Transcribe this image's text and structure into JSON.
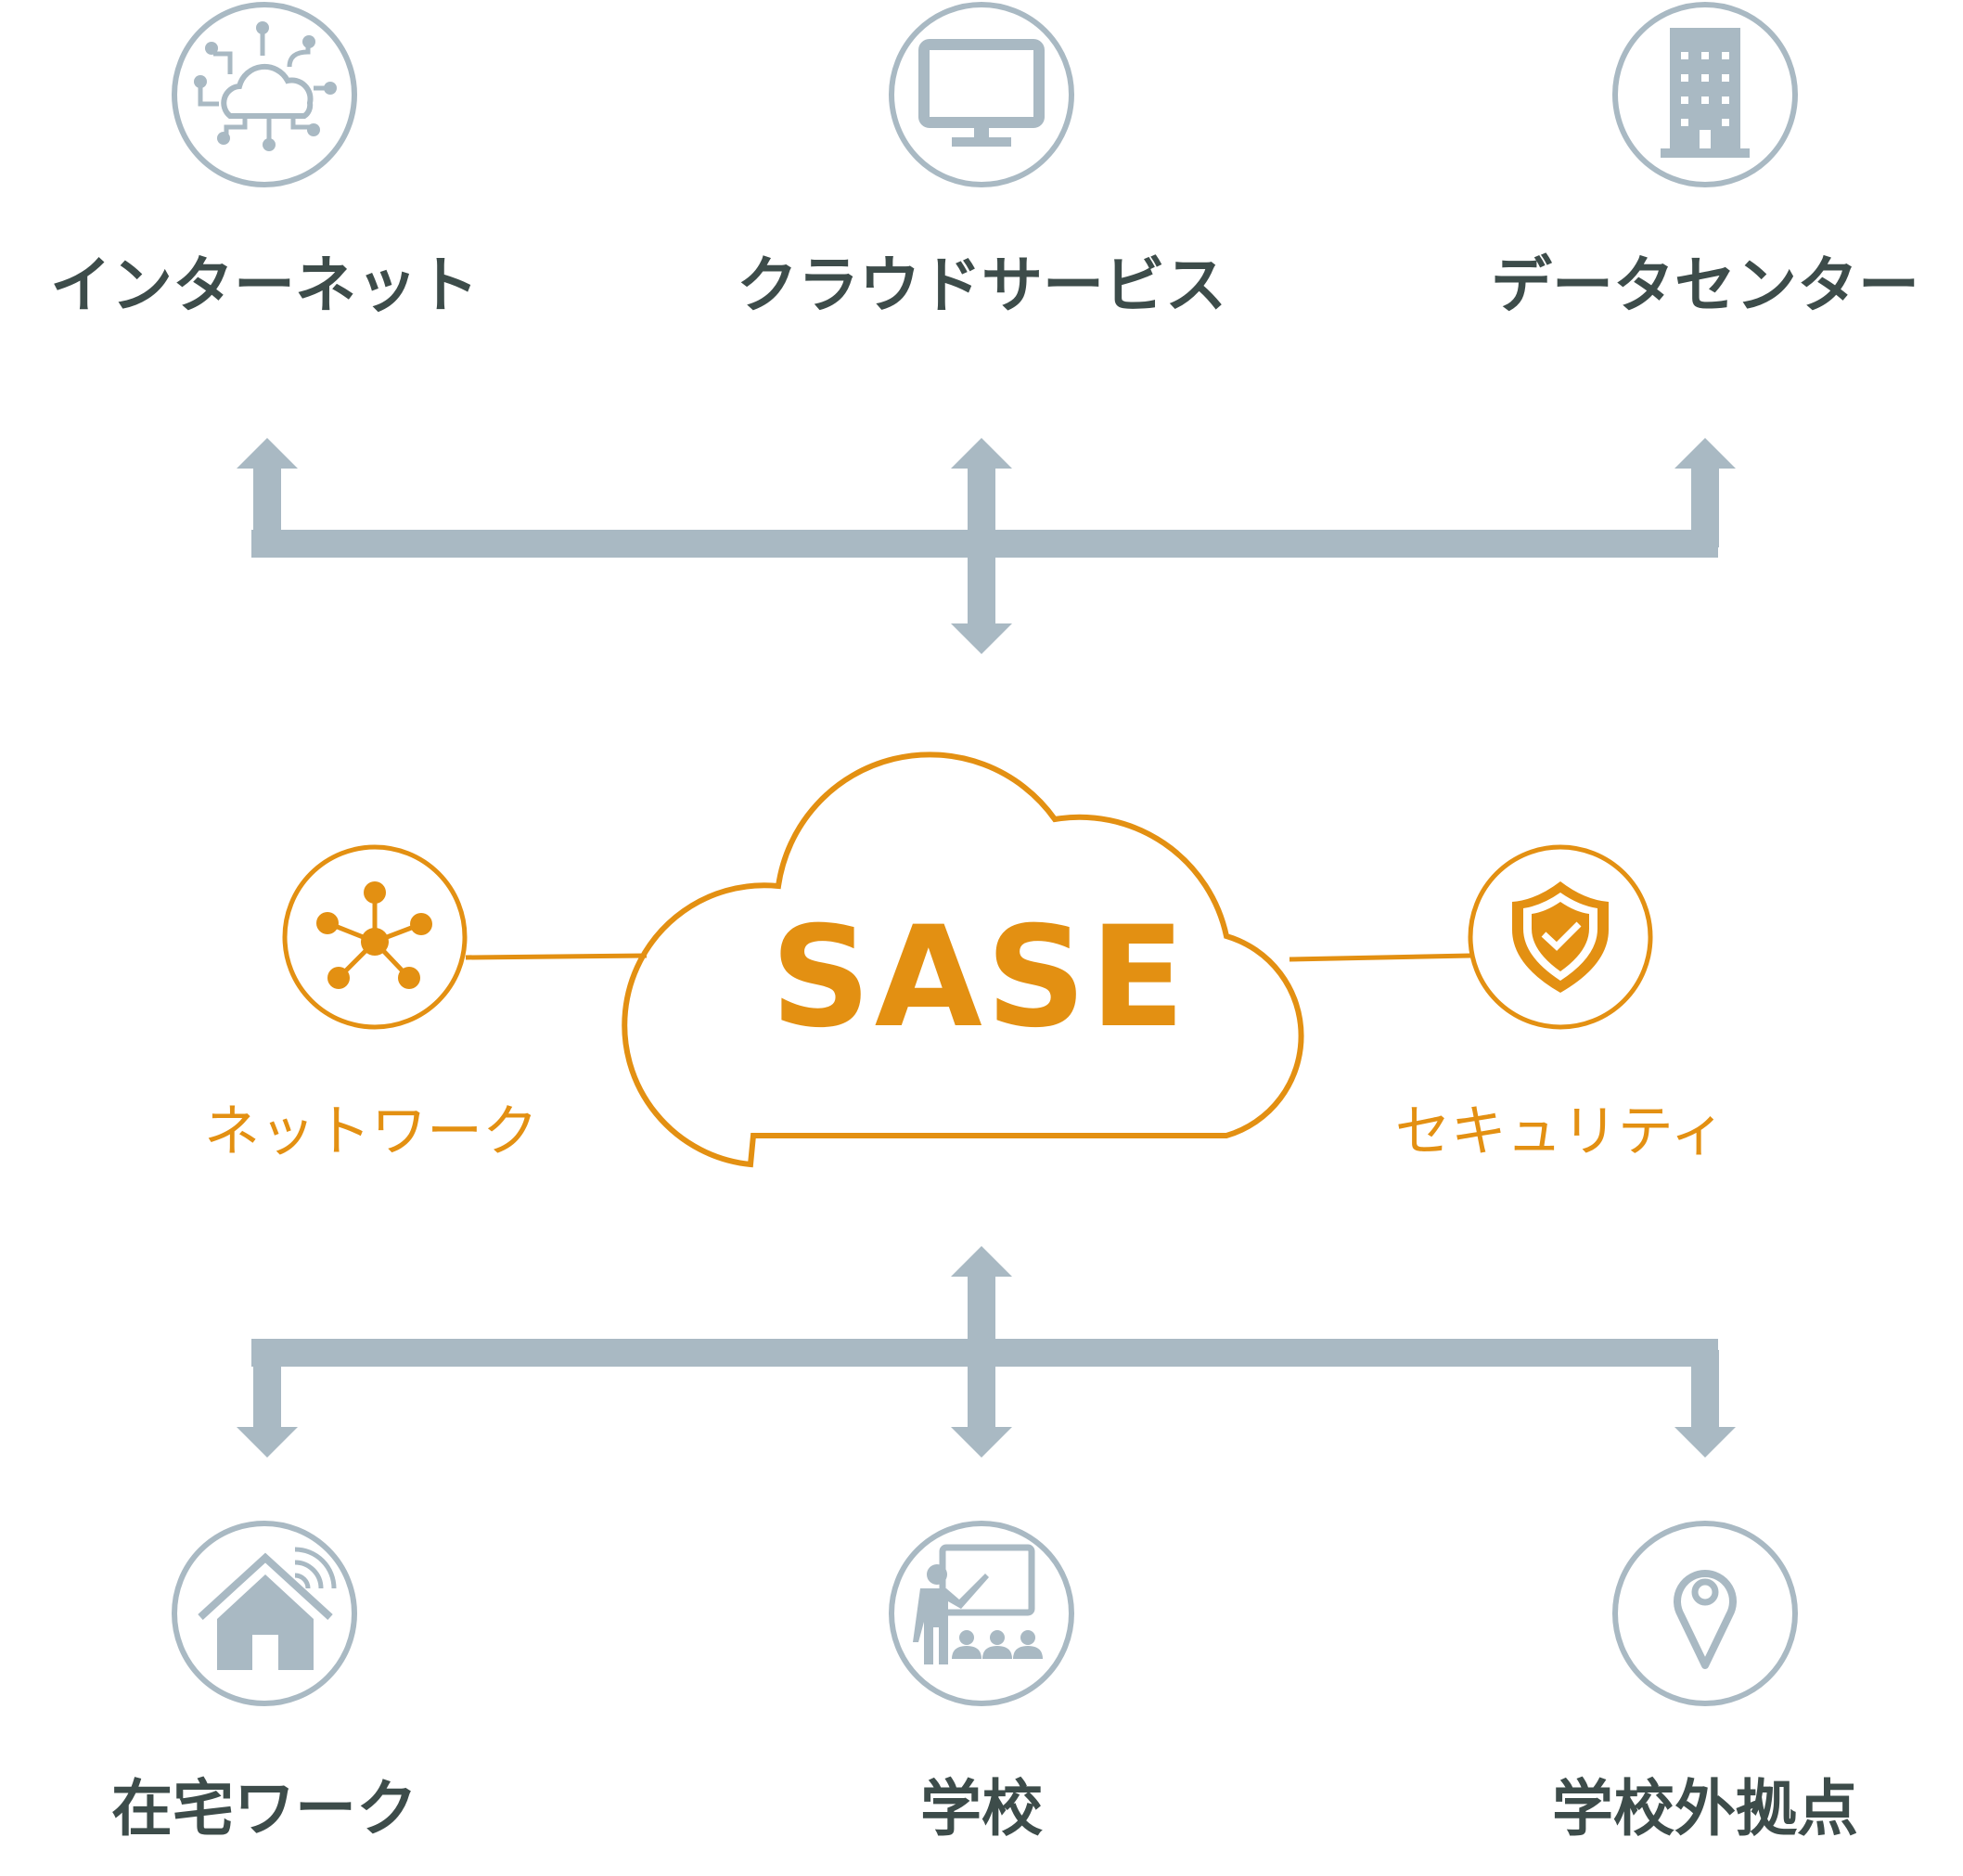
{
  "colors": {
    "accent": "#e39012",
    "connector": "#a9b9c3",
    "text": "#3d4c4a"
  },
  "destinations": [
    {
      "label": "インターネット",
      "icon": "cloud-network-icon"
    },
    {
      "label": "クラウドサービス",
      "icon": "monitor-icon"
    },
    {
      "label": "データセンター",
      "icon": "building-icon"
    }
  ],
  "center": {
    "title": "SASE",
    "left": {
      "label": "ネットワーク",
      "icon": "network-hub-icon"
    },
    "right": {
      "label": "セキュリティ",
      "icon": "shield-check-icon"
    }
  },
  "sources": [
    {
      "label": "在宅ワーク",
      "icon": "home-wifi-icon"
    },
    {
      "label": "学校",
      "icon": "classroom-icon"
    },
    {
      "label": "学校外拠点",
      "icon": "map-pin-icon"
    }
  ]
}
